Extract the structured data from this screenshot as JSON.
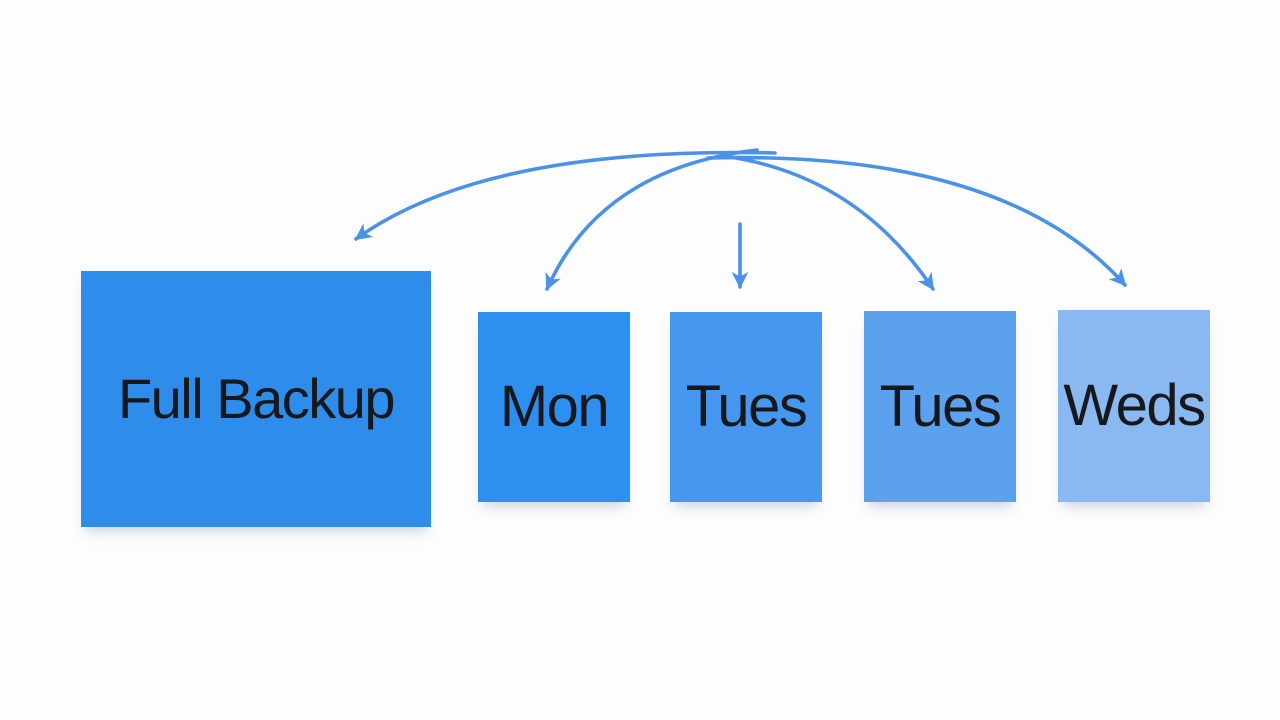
{
  "page": {
    "background": "#fdfdfd"
  },
  "diagram": {
    "title_semantics": "Full backup with differential backups per weekday",
    "arrow_color": "#4a92e8",
    "text_color": "#17181c",
    "full_backup": {
      "label": "Full Backup",
      "color": "#2e8cea"
    },
    "days": [
      {
        "label": "Mon",
        "color": "#2d8ff0"
      },
      {
        "label": "Tues",
        "color": "#4597ef"
      },
      {
        "label": "Tues",
        "color": "#5ca1ee"
      },
      {
        "label": "Weds",
        "color": "#8ab8f0"
      }
    ]
  }
}
